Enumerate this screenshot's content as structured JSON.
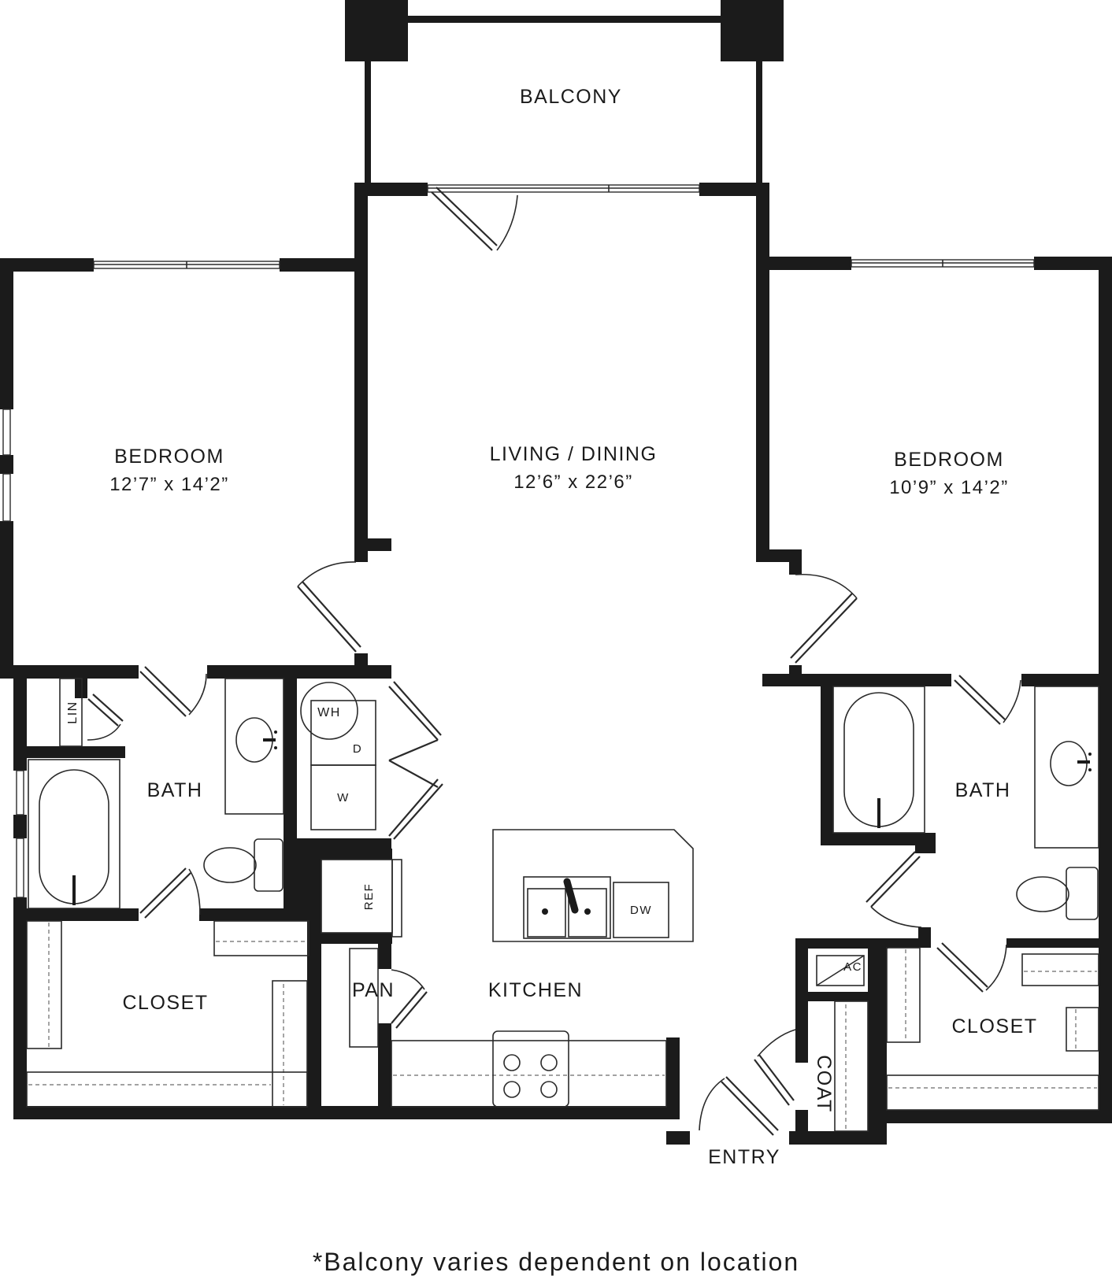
{
  "rooms": {
    "balcony": "BALCONY",
    "living_name": "LIVING / DINING",
    "living_dim": "12’6” x 22’6”",
    "bedroom_left_name": "BEDROOM",
    "bedroom_left_dim": "12’7” x 14’2”",
    "bedroom_right_name": "BEDROOM",
    "bedroom_right_dim": "10’9” x 14’2”",
    "bath_left": "BATH",
    "bath_right": "BATH",
    "closet_left": "CLOSET",
    "closet_right": "CLOSET",
    "kitchen": "KITCHEN",
    "pantry": "PAN",
    "coat": "COAT",
    "entry": "ENTRY",
    "linen": "LIN"
  },
  "fixtures": {
    "water_heater": "WH",
    "dryer": "D",
    "washer": "W",
    "refrigerator": "REF",
    "dishwasher": "DW",
    "air_conditioner": "AC"
  },
  "footnote": "*Balcony varies dependent on location"
}
